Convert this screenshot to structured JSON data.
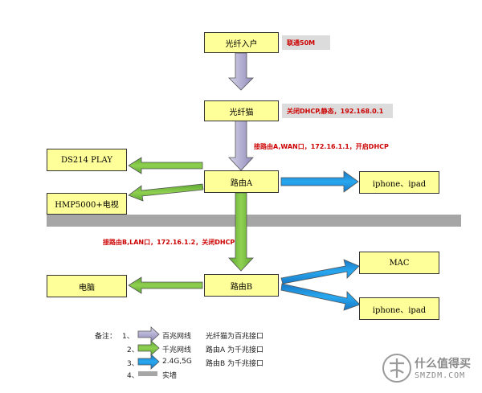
{
  "nodes": {
    "fiber_entry": "光纤入户",
    "fiber_modem": "光纤猫",
    "router_a": "路由A",
    "router_b": "路由B",
    "ds214": "DS214 PLAY",
    "hmp5000": "HMP5000+电视",
    "iphone_ipad_a": "iphone、ipad",
    "mac": "MAC",
    "iphone_ipad_b": "iphone、ipad",
    "pc": "电脑"
  },
  "notes": {
    "fiber_entry": "联通50M",
    "fiber_modem": "关闭DHCP,静态，192.168.0.1",
    "modem_to_a": "接路由A,WAN口，172.16.1.1，开启DHCP",
    "a_to_b": "接路由B,LAN口，172.16.1.2，关闭DHCP"
  },
  "legend": {
    "title": "备注：",
    "items": [
      {
        "num": "1、",
        "desc": "百兆网线",
        "note": "光纤猫为百兆接口"
      },
      {
        "num": "2、",
        "desc": "千兆网线",
        "note": "路由A 为千兆接口"
      },
      {
        "num": "3、",
        "desc": "2.4G,5G",
        "note": "路由B 为千兆接口"
      },
      {
        "num": "4、",
        "desc": "实墙",
        "note": ""
      }
    ]
  },
  "colors": {
    "box_fill": "#ffff99",
    "note_bg": "#dcdcdc",
    "label_red": "#cc0000",
    "arrow_100m": "#b9b6d6",
    "arrow_1000m": "#7dc242",
    "arrow_wireless": "#1e90d6",
    "wall": "#a6a6a6"
  },
  "watermark": {
    "icon": "zhi-logo-icon",
    "line1": "什么值得买",
    "line2": "SMZDM.COM"
  }
}
